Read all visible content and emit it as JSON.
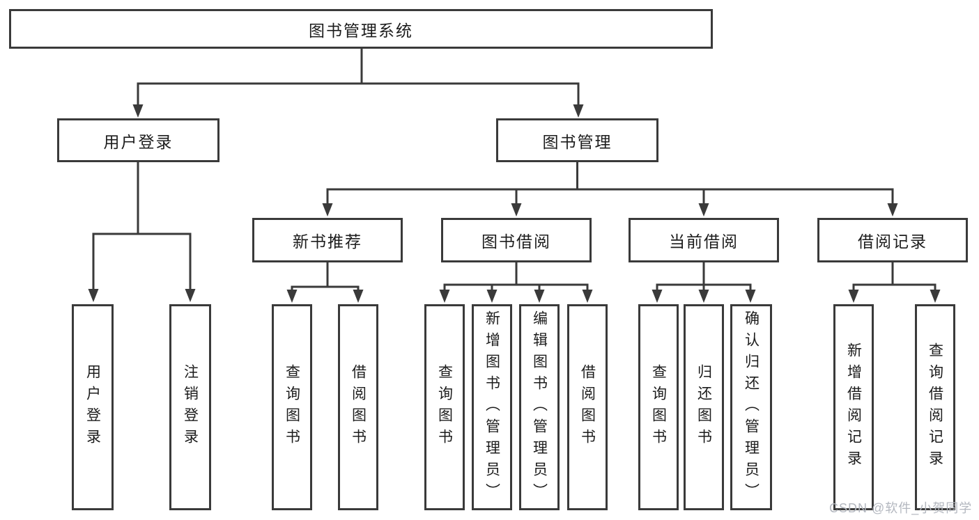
{
  "diagram": {
    "title": "图书管理系统",
    "branches": [
      {
        "label": "用户登录",
        "children": [
          "用户登录",
          "注销登录"
        ]
      },
      {
        "label": "图书管理",
        "children": [
          {
            "label": "新书推荐",
            "children": [
              "查询图书",
              "借阅图书"
            ]
          },
          {
            "label": "图书借阅",
            "children": [
              "查询图书",
              "新增图书（管理员）",
              "编辑图书（管理员）",
              "借阅图书"
            ]
          },
          {
            "label": "当前借阅",
            "children": [
              "查询图书",
              "归还图书",
              "确认归还（管理员）"
            ]
          },
          {
            "label": "借阅记录",
            "children": [
              "新增借阅记录",
              "查询借阅记录"
            ]
          }
        ]
      }
    ]
  },
  "watermark": {
    "text": "CSDN @软件_小贺同学"
  },
  "colors": {
    "line": "#3a3a3a",
    "text": "#1c1c1c",
    "watermark": "#b3b7bf",
    "background": "#ffffff"
  }
}
